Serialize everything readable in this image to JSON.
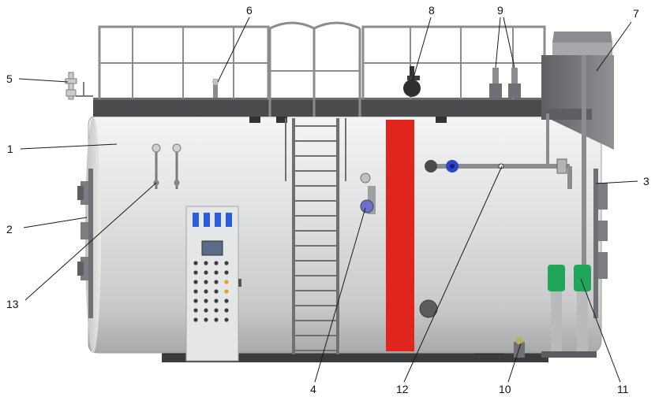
{
  "colors": {
    "shell": "#d9dadb",
    "shell_dark": "#a9abad",
    "platform": "#4a4b4d",
    "rail": "#8a8d90",
    "red_band": "#e0251f",
    "panel": "#e4e6e8",
    "panel_blue": "#2b5fd9",
    "pump_green": "#1fa65a",
    "valve_blue": "#2f45c8",
    "foot": "#2d2d2e"
  },
  "icons": [
    "pressure-gauge-icon",
    "safety-valve-icon",
    "control-panel-icon",
    "pump-icon",
    "valve-icon"
  ],
  "callouts": [
    {
      "id": "1",
      "label": "1"
    },
    {
      "id": "2",
      "label": "2"
    },
    {
      "id": "3",
      "label": "3"
    },
    {
      "id": "4",
      "label": "4"
    },
    {
      "id": "5",
      "label": "5"
    },
    {
      "id": "6",
      "label": "6"
    },
    {
      "id": "7",
      "label": "7"
    },
    {
      "id": "8",
      "label": "8"
    },
    {
      "id": "9",
      "label": "9"
    },
    {
      "id": "10",
      "label": "10"
    },
    {
      "id": "11",
      "label": "11"
    },
    {
      "id": "12",
      "label": "12"
    },
    {
      "id": "13",
      "label": "13"
    }
  ]
}
